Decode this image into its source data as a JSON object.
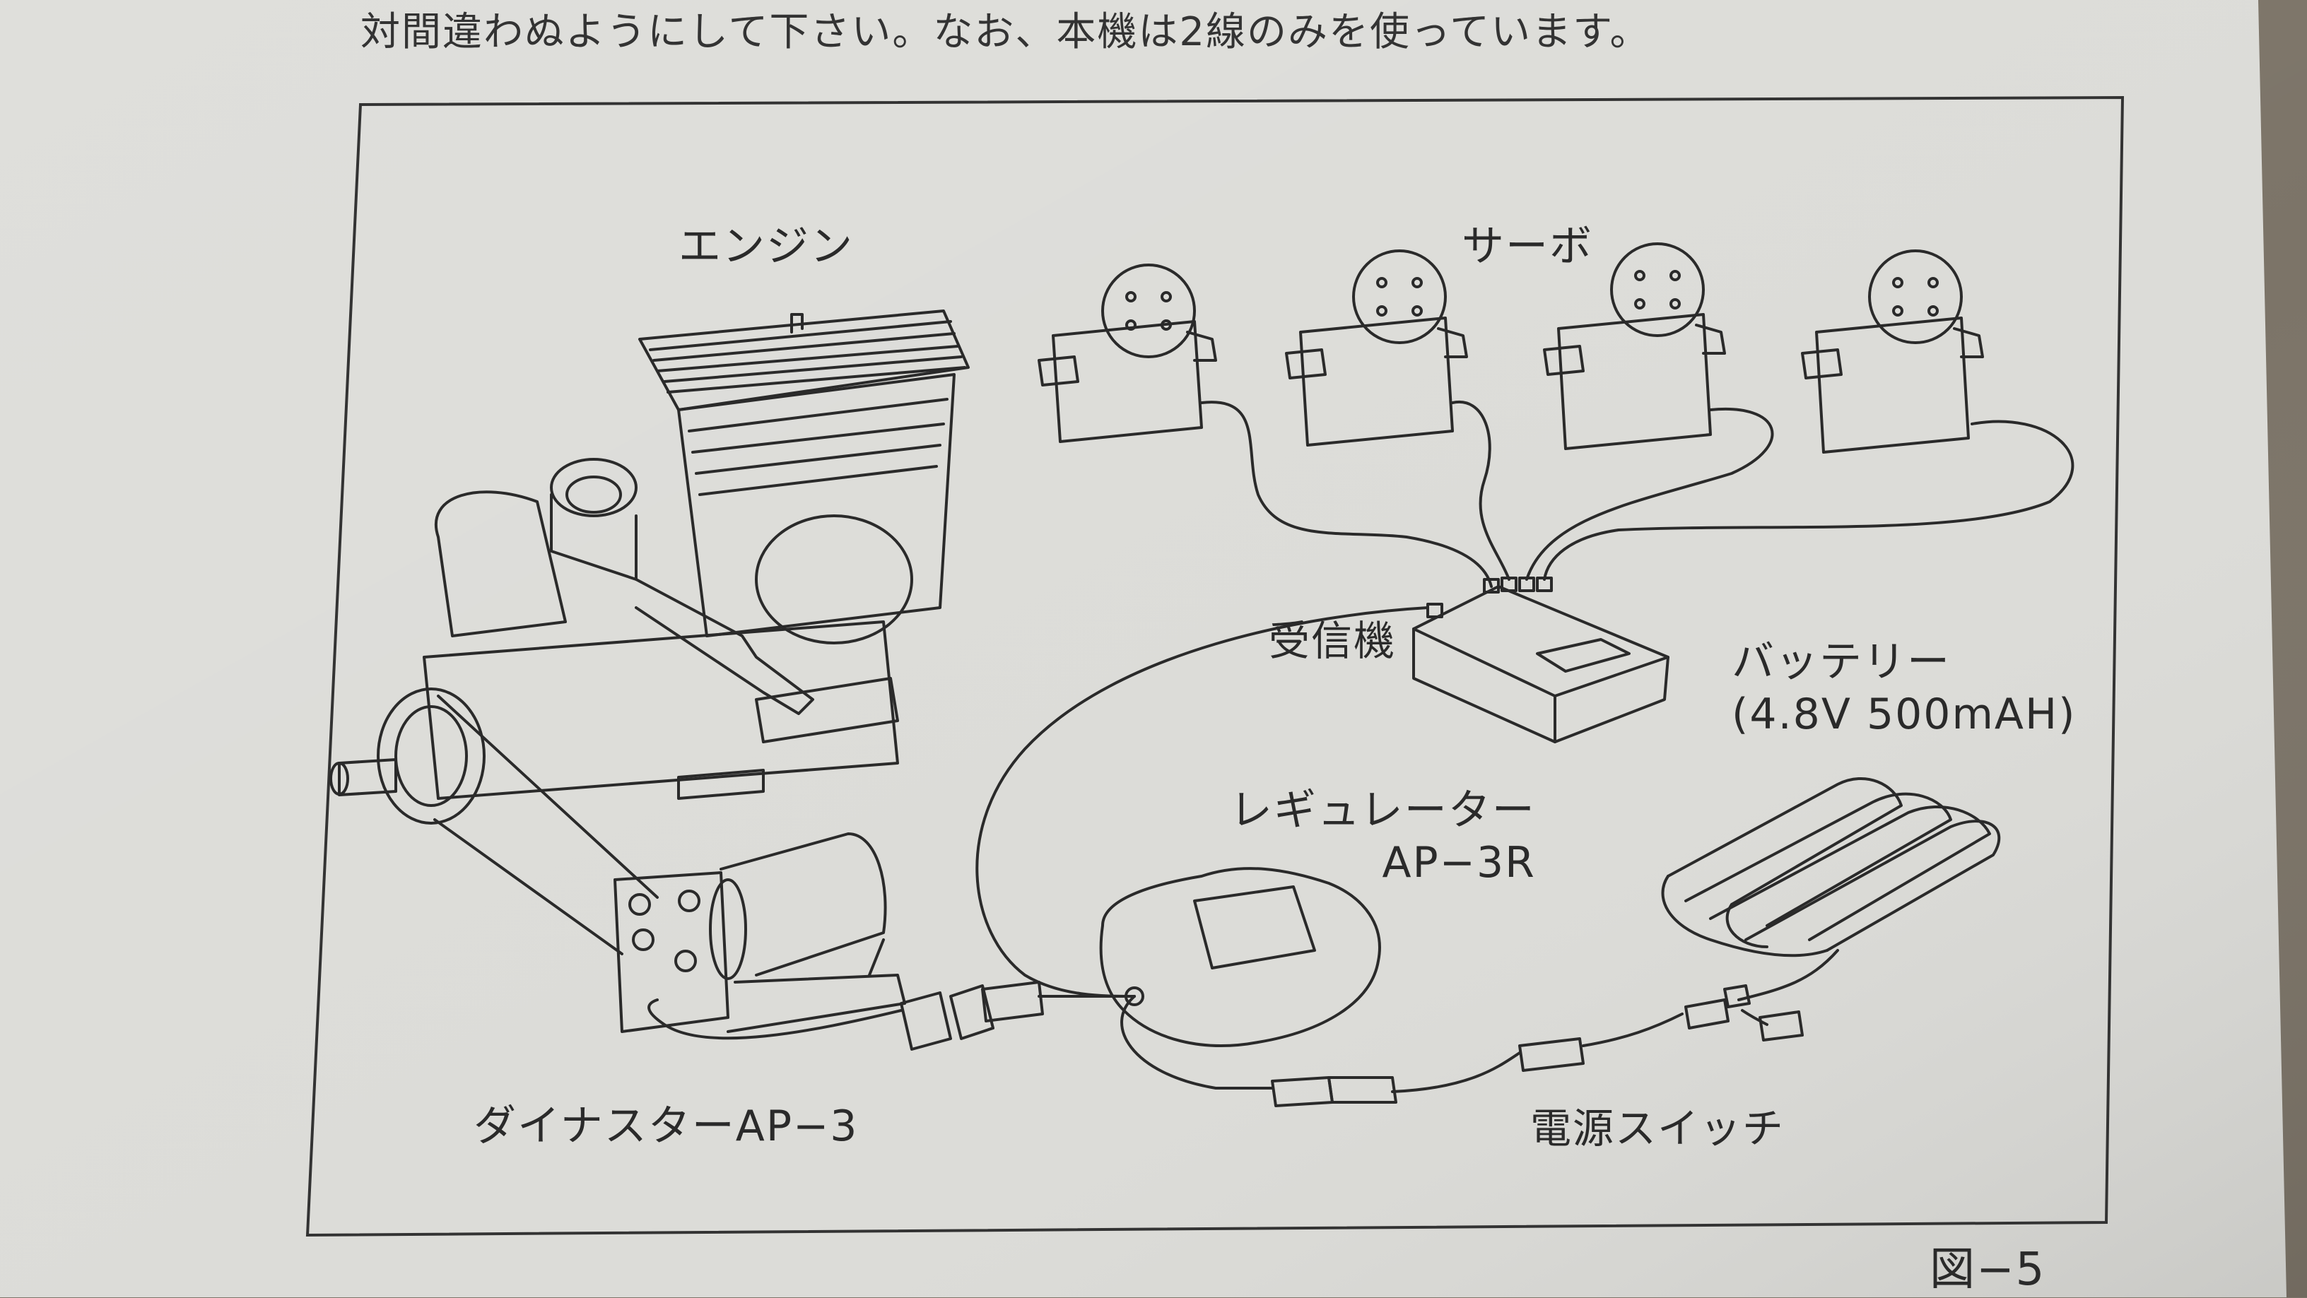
{
  "header_text": "対間違わぬようにして下さい。なお、本機は2線のみを使っています。",
  "diagram": {
    "labels": {
      "engine": "エンジン",
      "servo": "サーボ",
      "receiver": "受信機",
      "battery_name": "バッテリー",
      "battery_spec": "(4.8V 500mAH)",
      "regulator_name": "レギュレーター",
      "regulator_model": "AP−3R",
      "dynastar": "ダイナスターAP−3",
      "power_switch": "電源スイッチ",
      "figure_number": "図−5"
    }
  },
  "colors": {
    "paper": "#dcdcd8",
    "line": "#2a2a2a",
    "background": "#7c7468"
  }
}
